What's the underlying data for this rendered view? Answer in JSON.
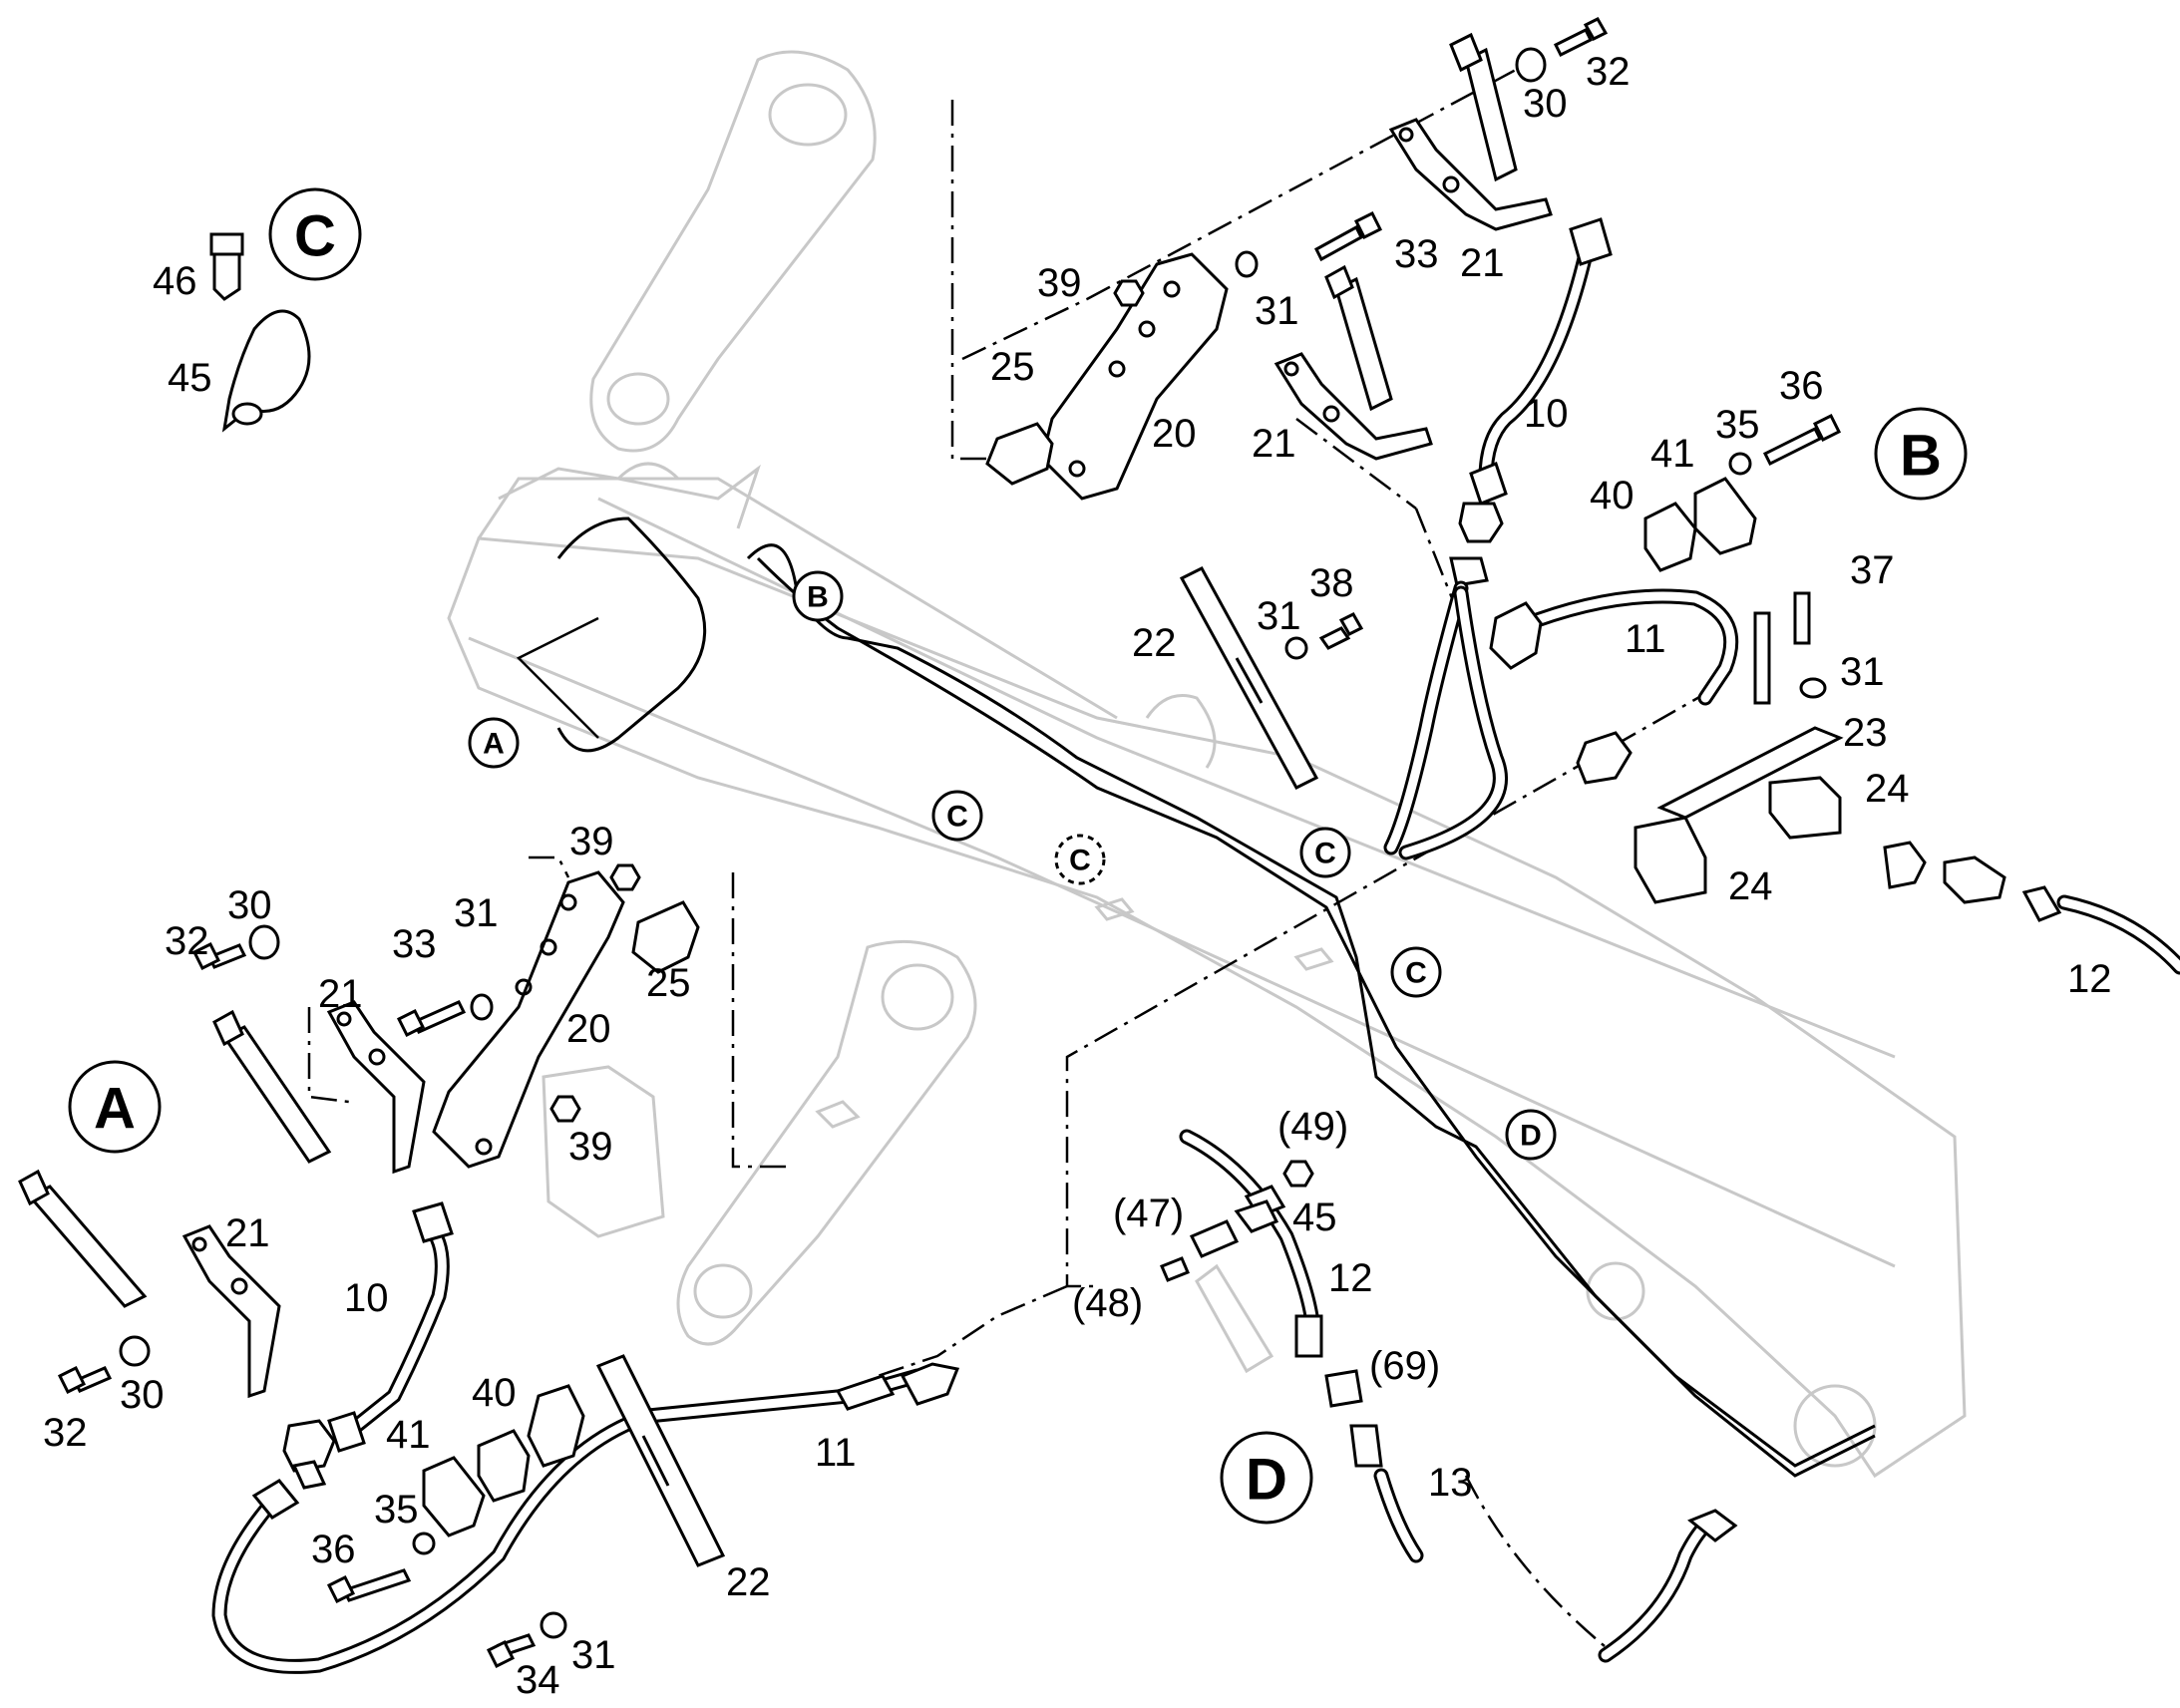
{
  "labels": [
    {
      "id": "n32a",
      "text": "32"
    },
    {
      "id": "n30a",
      "text": "30"
    },
    {
      "id": "n33a",
      "text": "33"
    },
    {
      "id": "n21a",
      "text": "21"
    },
    {
      "id": "n39a",
      "text": "39"
    },
    {
      "id": "n31a",
      "text": "31"
    },
    {
      "id": "n25a",
      "text": "25"
    },
    {
      "id": "n20a",
      "text": "20"
    },
    {
      "id": "n21b",
      "text": "21"
    },
    {
      "id": "n10a",
      "text": "10"
    },
    {
      "id": "n36a",
      "text": "36"
    },
    {
      "id": "n35a",
      "text": "35"
    },
    {
      "id": "n41a",
      "text": "41"
    },
    {
      "id": "n40a",
      "text": "40"
    },
    {
      "id": "n22a",
      "text": "22"
    },
    {
      "id": "n31b",
      "text": "31"
    },
    {
      "id": "n38a",
      "text": "38"
    },
    {
      "id": "n11a",
      "text": "11"
    },
    {
      "id": "n37a",
      "text": "37"
    },
    {
      "id": "n31c",
      "text": "31"
    },
    {
      "id": "n23a",
      "text": "23"
    },
    {
      "id": "n24a",
      "text": "24"
    },
    {
      "id": "n24b",
      "text": "24"
    },
    {
      "id": "n12a",
      "text": "12"
    },
    {
      "id": "n46a",
      "text": "46"
    },
    {
      "id": "n45a",
      "text": "45"
    },
    {
      "id": "n39b",
      "text": "39"
    },
    {
      "id": "n30b",
      "text": "30"
    },
    {
      "id": "n32b",
      "text": "32"
    },
    {
      "id": "n31d",
      "text": "31"
    },
    {
      "id": "n33b",
      "text": "33"
    },
    {
      "id": "n21c",
      "text": "21"
    },
    {
      "id": "n25b",
      "text": "25"
    },
    {
      "id": "n20b",
      "text": "20"
    },
    {
      "id": "n39c",
      "text": "39"
    },
    {
      "id": "n21d",
      "text": "21"
    },
    {
      "id": "n10b",
      "text": "10"
    },
    {
      "id": "n32c",
      "text": "32"
    },
    {
      "id": "n30c",
      "text": "30"
    },
    {
      "id": "n40b",
      "text": "40"
    },
    {
      "id": "n41b",
      "text": "41"
    },
    {
      "id": "n35b",
      "text": "35"
    },
    {
      "id": "n36b",
      "text": "36"
    },
    {
      "id": "n11b",
      "text": "11"
    },
    {
      "id": "n22b",
      "text": "22"
    },
    {
      "id": "n34a",
      "text": "34"
    },
    {
      "id": "n31e",
      "text": "31"
    },
    {
      "id": "n49",
      "text": "(49)"
    },
    {
      "id": "n47",
      "text": "(47)"
    },
    {
      "id": "n45b",
      "text": "45"
    },
    {
      "id": "n12b",
      "text": "12"
    },
    {
      "id": "n48",
      "text": "(48)"
    },
    {
      "id": "n69",
      "text": "(69)"
    },
    {
      "id": "n13",
      "text": "13"
    }
  ],
  "callouts_big": [
    {
      "id": "cC",
      "text": "C"
    },
    {
      "id": "cB",
      "text": "B"
    },
    {
      "id": "cA",
      "text": "A"
    },
    {
      "id": "cD",
      "text": "D"
    }
  ],
  "callouts_small": [
    {
      "id": "sB",
      "text": "B"
    },
    {
      "id": "sA",
      "text": "A"
    },
    {
      "id": "sC1",
      "text": "C"
    },
    {
      "id": "sC2",
      "text": "C"
    },
    {
      "id": "sC3",
      "text": "C"
    },
    {
      "id": "sC4",
      "text": "C"
    },
    {
      "id": "sD",
      "text": "D"
    }
  ]
}
